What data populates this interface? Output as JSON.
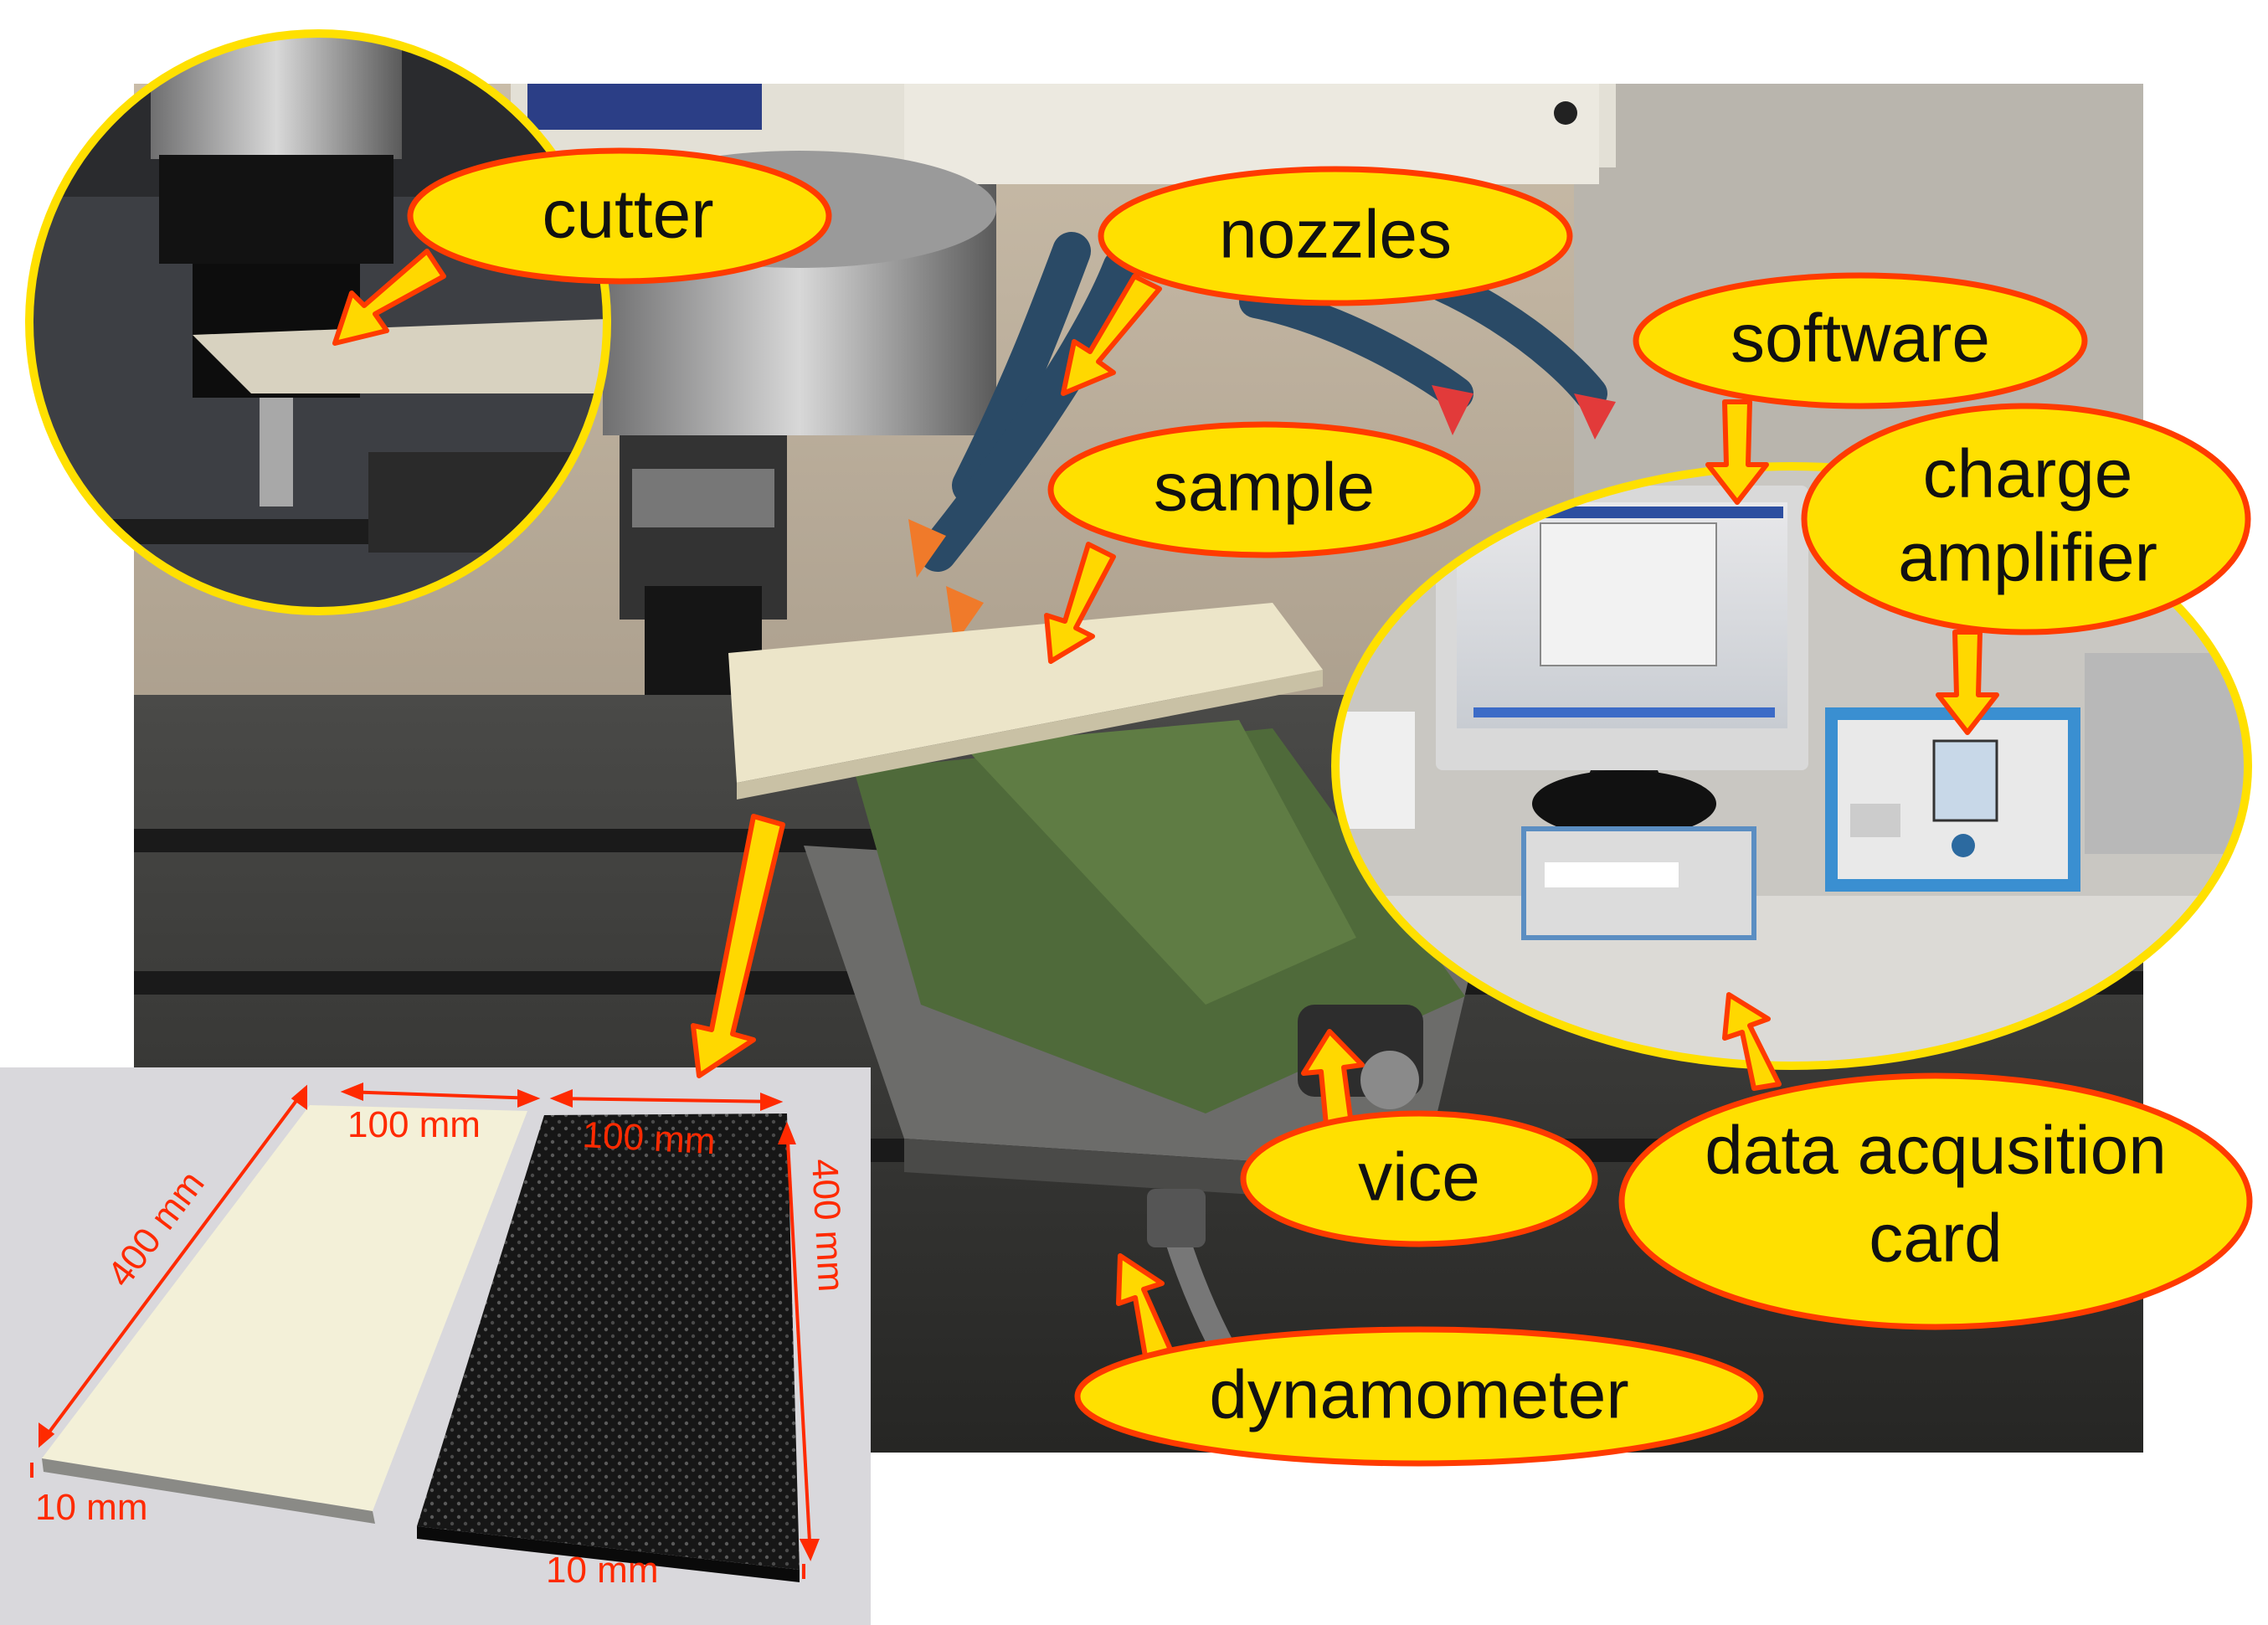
{
  "colors": {
    "bubble_fill": "#ffe000",
    "bubble_stroke": "#ff3b00",
    "arrow_fill": "#ffd800",
    "arrow_stroke": "#ff3b00",
    "inset_border": "#ffe000",
    "dimension": "#ff2a00"
  },
  "labels": {
    "cutter": "cutter",
    "nozzles": "nozzles",
    "software": "software",
    "sample": "sample",
    "charge_line1": "charge",
    "charge_line2": "amplifier",
    "vice": "vice",
    "daq_line1": "data acqusition",
    "daq_line2": "card",
    "dynamometer": "dynamometer"
  },
  "dimensions": {
    "length_left": "400 mm",
    "length_right": "400 mm",
    "width_left": "100 mm",
    "width_right": "100 mm",
    "thickness_left": "10 mm",
    "thickness_right": "10 mm"
  },
  "icons": {
    "left_inset": "milling-cutter-closeup",
    "right_inset": "computer-and-charge-amplifier",
    "bottom_inset": "composite-sample-plates"
  }
}
